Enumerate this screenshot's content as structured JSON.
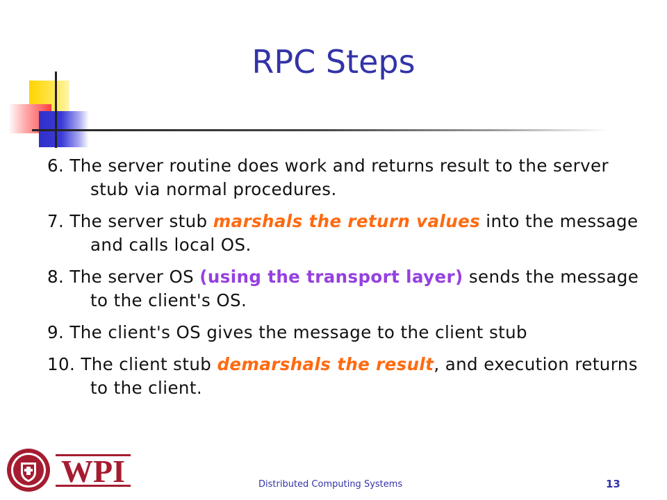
{
  "slide": {
    "title": "RPC Steps",
    "items": [
      {
        "parts": [
          {
            "text": "6. The server routine does work and  returns result to the server stub via normal procedures.",
            "style": "normal"
          }
        ]
      },
      {
        "parts": [
          {
            "text": "7. The server stub ",
            "style": "normal"
          },
          {
            "text": "marshals the return values",
            "style": "orange"
          },
          {
            "text": " into the  message and calls local OS.",
            "style": "normal"
          }
        ]
      },
      {
        "parts": [
          {
            "text": "8. The server OS ",
            "style": "normal"
          },
          {
            "text": "(using the transport layer)",
            "style": "purple"
          },
          {
            "text": " sends the message to the client's OS.",
            "style": "normal"
          }
        ]
      },
      {
        "parts": [
          {
            "text": "9. The client's OS gives the message to the client stub",
            "style": "normal"
          }
        ]
      },
      {
        "parts": [
          {
            "text": "10. The client stub ",
            "style": "normal"
          },
          {
            "text": "demarshals the result",
            "style": "orange"
          },
          {
            "text": ",  and execution returns to the client.",
            "style": "normal"
          }
        ]
      }
    ]
  },
  "footer": {
    "course": "Distributed Computing Systems",
    "page_number": "13",
    "logo_text": "WPI"
  },
  "colors": {
    "title": "#3333a8",
    "highlight_orange": "#ff6a10",
    "highlight_purple": "#9540e0",
    "body_text": "#111111",
    "logo_red": "#a51c30"
  }
}
